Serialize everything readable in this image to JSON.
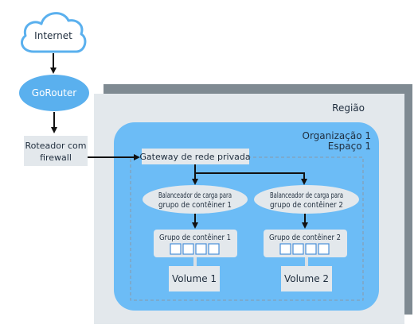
{
  "nodes": {
    "internet": "Internet",
    "gorouter": "GoRouter",
    "firewall_router": [
      "Roteador com",
      "firewall"
    ],
    "region": "Região",
    "org_space": [
      "Organização 1",
      "Espaço 1"
    ],
    "gateway": "Gateway de rede privada",
    "load_balancer_1": [
      "Balanceador de carga para",
      "grupo de contêiner 1"
    ],
    "load_balancer_2": [
      "Balanceador de carga para",
      "grupo de contêiner 2"
    ],
    "container_group_1": "Grupo de contêiner 1",
    "container_group_2": "Grupo de contêiner 2",
    "volume_1": "Volume 1",
    "volume_2": "Volume 2"
  },
  "colors": {
    "region_shadow": "#7f8a92",
    "region_fill": "#e3e8ec",
    "org_fill": "#6cbcf6",
    "node_fill": "#e3e8ec",
    "cloud_fill": "#ffffff",
    "cloud_stroke": "#5ab0ee",
    "gorouter_fill": "#5ab0ee",
    "arrow": "#111111",
    "dashed": "#8a99a6",
    "text": "#1f2d3d"
  }
}
